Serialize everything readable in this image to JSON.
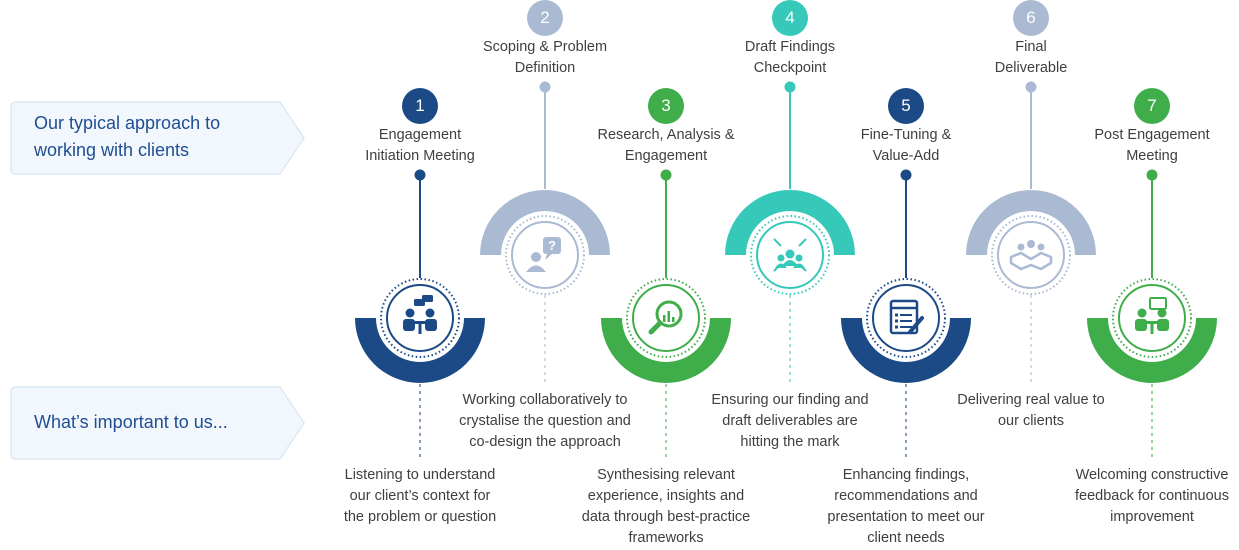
{
  "labels": {
    "approach": "Our typical approach to\nworking with clients",
    "important": "What’s important to us..."
  },
  "colors": {
    "navy": "#1b4a86",
    "green": "#3fad4a",
    "teal": "#36c9b9",
    "grey": "#a9bad2",
    "label_bg": "#f2f7fd",
    "label_text": "#1f4e91"
  },
  "steps": [
    {
      "number": "1",
      "title": "Engagement\nInitiation Meeting",
      "description": "Listening to understand\nour client’s context for\nthe problem or question",
      "color": "navy",
      "icon": "meeting-icon"
    },
    {
      "number": "2",
      "title": "Scoping & Problem\nDefinition",
      "description": "Working collaboratively to\ncrystalise the question and\nco-design the approach",
      "color": "grey",
      "icon": "question-person-icon"
    },
    {
      "number": "3",
      "title": "Research, Analysis &\nEngagement",
      "description": "Synthesising relevant\nexperience, insights and\ndata through best-practice\nframeworks",
      "color": "green",
      "icon": "magnifier-chart-icon"
    },
    {
      "number": "4",
      "title": "Draft Findings\nCheckpoint",
      "description": "Ensuring our finding and\ndraft deliverables are\nhitting the mark",
      "color": "teal",
      "icon": "team-focus-icon"
    },
    {
      "number": "5",
      "title": "Fine-Tuning &\nValue-Add",
      "description": "Enhancing findings,\nrecommendations and\npresentation to meet our\nclient needs",
      "color": "navy",
      "icon": "document-edit-icon"
    },
    {
      "number": "6",
      "title": "Final\nDeliverable",
      "description": "Delivering real value to\nour clients",
      "color": "grey",
      "icon": "handshake-icon"
    },
    {
      "number": "7",
      "title": "Post Engagement\nMeeting",
      "description": "Welcoming constructive\nfeedback for continuous\nimprovement",
      "color": "green",
      "icon": "feedback-meeting-icon"
    }
  ]
}
